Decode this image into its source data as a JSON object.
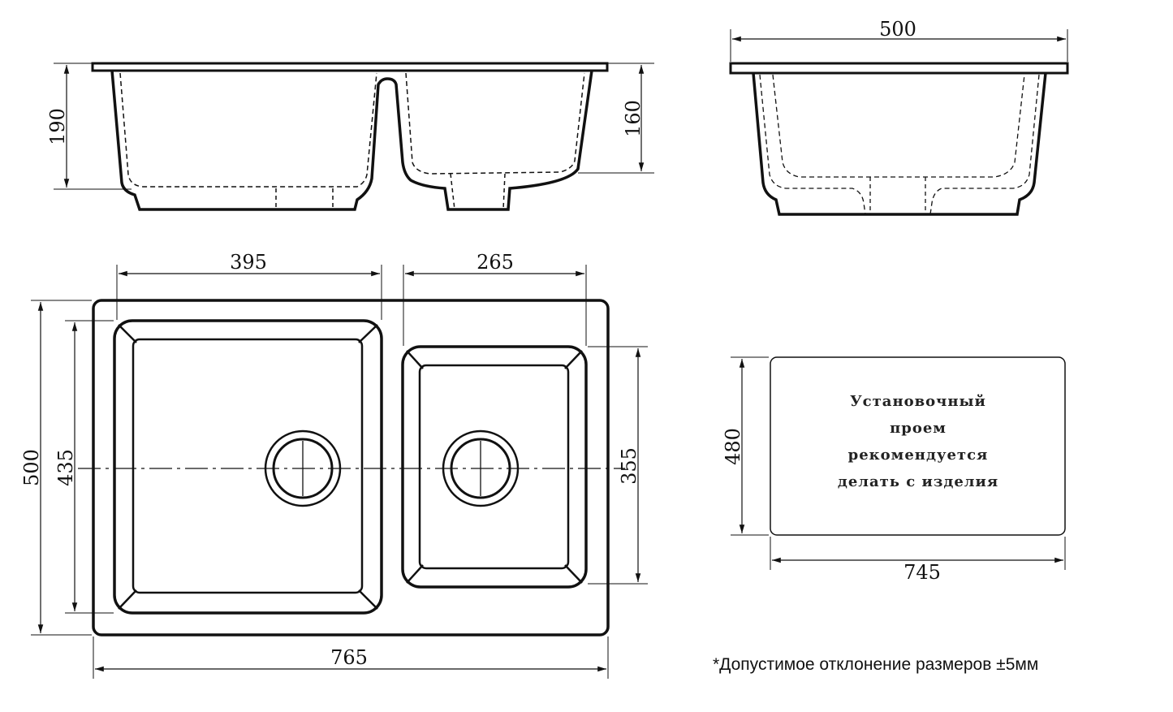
{
  "side_view_left": {
    "height_left": "190",
    "height_right": "160"
  },
  "side_view_right": {
    "width": "500"
  },
  "top_view": {
    "bowl_left_width": "395",
    "bowl_right_width": "265",
    "total_width": "765",
    "total_depth": "500",
    "bowl_left_depth": "435",
    "bowl_right_depth": "355"
  },
  "cutout": {
    "width": "745",
    "height": "480",
    "note_lines": [
      "Установочный",
      "проем",
      "рекомендуется",
      "делать с изделия"
    ]
  },
  "footnote": "*Допустимое отклонение размеров ±5мм",
  "colors": {
    "line": "#111111",
    "background": "#ffffff"
  }
}
